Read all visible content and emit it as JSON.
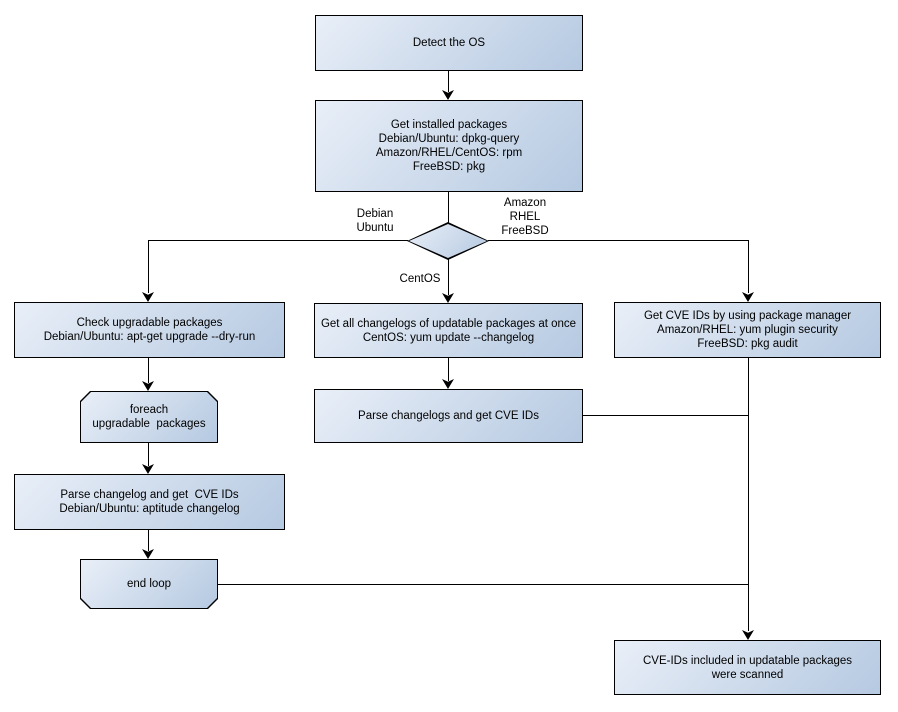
{
  "colors": {
    "background": "#ffffff",
    "node_fill_light": "#e9eff8",
    "node_fill_dark": "#b5c9e1",
    "node_border": "#000000",
    "connector": "#000000",
    "text": "#000000"
  },
  "nodes": {
    "detect_os": {
      "label": "Detect the OS"
    },
    "get_installed_packages": {
      "label": "Get installed packages\nDebian/Ubuntu: dpkg-query\nAmazon/RHEL/CentOS: rpm\nFreeBSD: pkg"
    },
    "check_upgradable": {
      "label": "Check upgradable packages\nDebian/Ubuntu: apt-get upgrade --dry-run"
    },
    "foreach_loop": {
      "label": "foreach\nupgradable  packages"
    },
    "parse_changelog": {
      "label": "Parse changelog and get  CVE IDs\nDebian/Ubuntu: aptitude changelog"
    },
    "end_loop": {
      "label": "end loop"
    },
    "get_all_changelogs": {
      "label": "Get all changelogs of updatable packages at once\nCentOS: yum update --changelog"
    },
    "parse_changelogs": {
      "label": "Parse changelogs and get CVE IDs"
    },
    "get_cve_ids_pkg_manager": {
      "label": "Get CVE IDs by using package manager\nAmazon/RHEL: yum plugin security\nFreeBSD: pkg audit"
    },
    "scanned_result": {
      "label": "CVE-IDs included in updatable packages\nwere scanned"
    }
  },
  "edge_labels": {
    "debian_ubuntu": "Debian\nUbuntu",
    "amazon_rhel_freebsd": "Amazon\nRHEL\nFreeBSD",
    "centos": "CentOS"
  }
}
